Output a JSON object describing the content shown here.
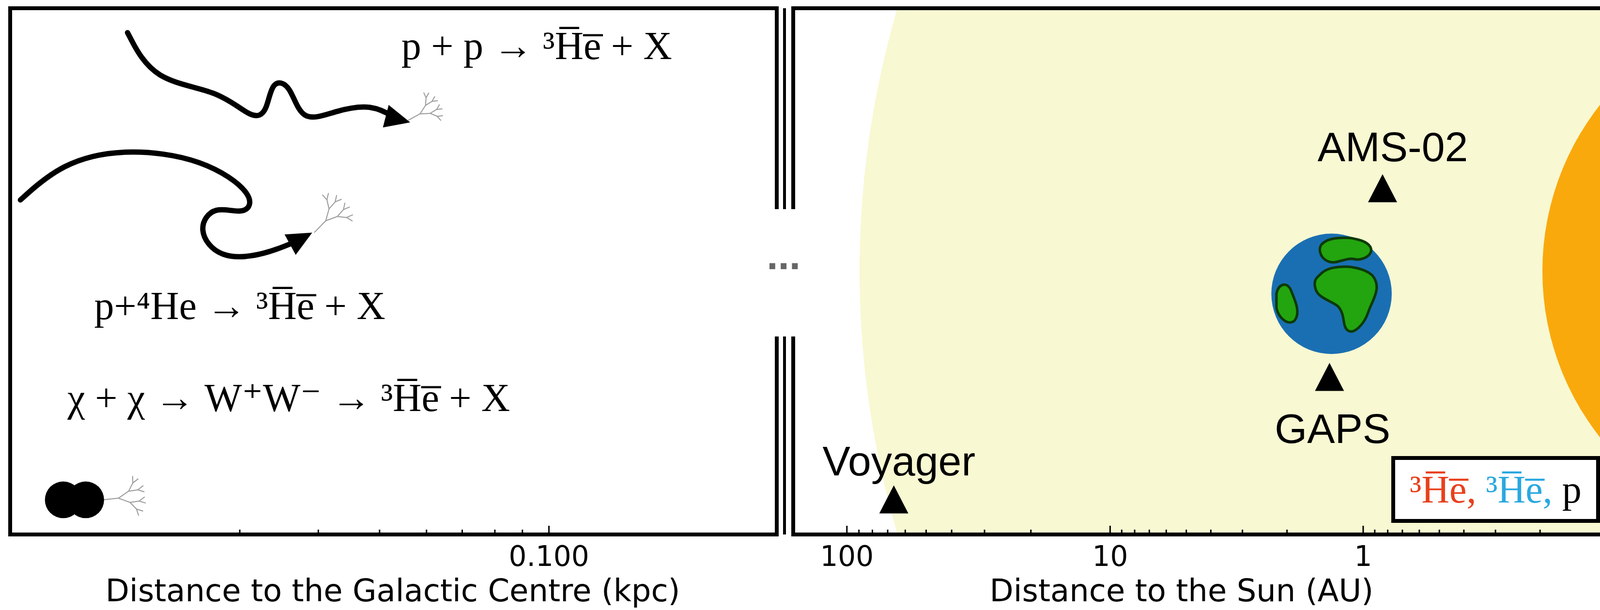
{
  "diagram": {
    "nodes": [
      {
        "text": [
          "³H̅e̅,",
          "³H̅e̅,",
          "p"
        ]
      }
    ],
    "labels": [
      "p + p → ³H̅e̅ + X",
      "p+⁴He → ³H̅e̅ + X",
      "χ + χ → W⁺W⁻ → ³H̅e̅ + X",
      "...",
      "AMS-02",
      "GAPS",
      "Voyager",
      "0.100",
      "Distance to the Galactic Centre (kpc)",
      "100",
      "10",
      "1",
      "Distance to the Sun (AU)"
    ]
  }
}
